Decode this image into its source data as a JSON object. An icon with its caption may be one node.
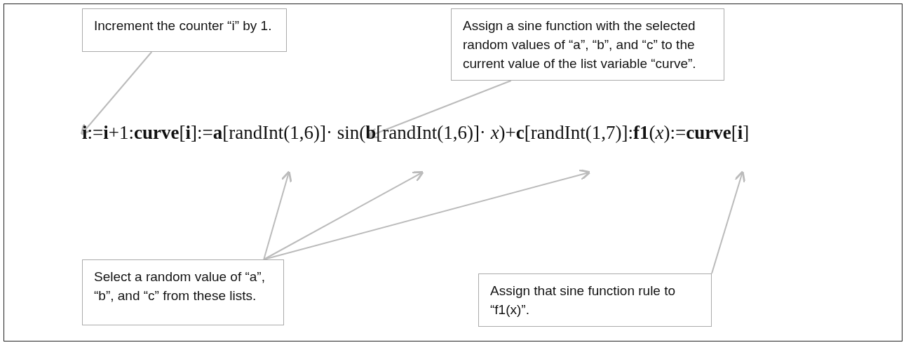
{
  "diagram": {
    "nodes": [
      {
        "text": [
          "Increment the counter “i” by 1."
        ]
      },
      {
        "text": [
          "Assign a sine function with the selected random values of “a”, “b”, and “c” to the current value of the list variable “curve”."
        ]
      },
      {
        "text": [
          "Select a random value of “a”, “b”, and “c” from these lists."
        ]
      },
      {
        "text": [
          "Assign that sine function rule to “f1(x)”."
        ]
      },
      {
        "text": [
          "**i**:=**i**+1:**curve**[**i**]:=**a**[randInt(1,6)]· sin(**b**[randInt(1,6)]· *x*)+**c**[randInt(1,7)]:**f1**(*x*):=**curve**[**i**]"
        ]
      }
    ],
    "edges": [
      {
        "from": 0,
        "to": 4,
        "arrow": "to"
      },
      {
        "from": 1,
        "to": 4,
        "arrow": "to"
      },
      {
        "from": 2,
        "to": 4,
        "arrow": "to"
      },
      {
        "from": 2,
        "to": 4,
        "arrow": "to"
      },
      {
        "from": 2,
        "to": 4,
        "arrow": "to"
      },
      {
        "from": 3,
        "to": 4,
        "arrow": "to"
      }
    ]
  }
}
